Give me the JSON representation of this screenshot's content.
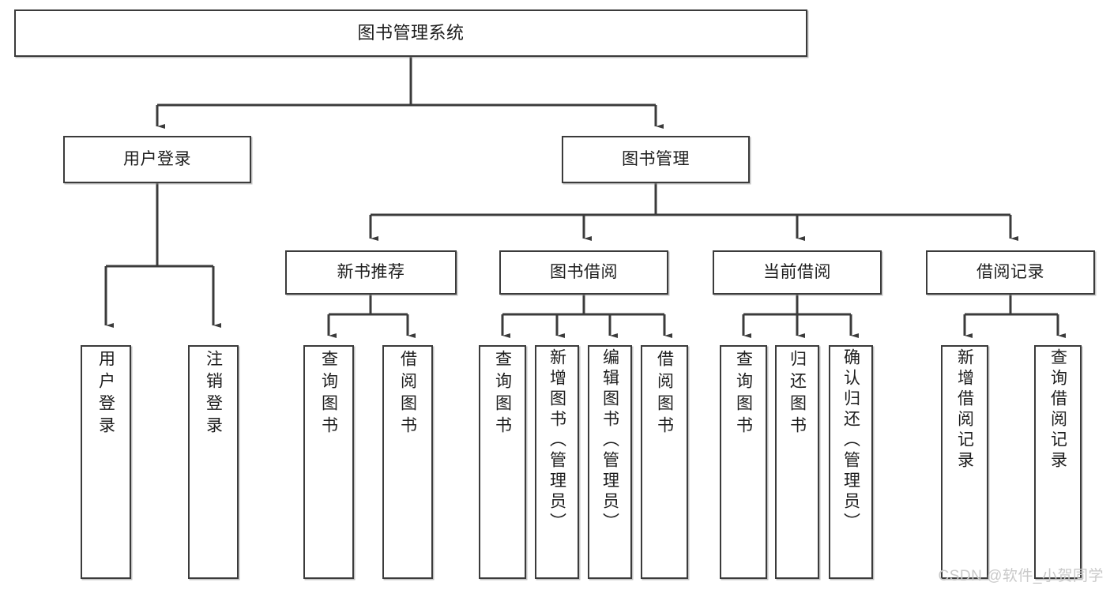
{
  "diagram": {
    "title": "图书管理系统",
    "type": "tree-hierarchy",
    "colors": {
      "background": "#ffffff",
      "box_border": "#3b3b3b",
      "box_fill": "#ffffff",
      "connector": "#3b3b3b",
      "text": "#1d1d1d",
      "watermark": "#c9c9c9"
    }
  },
  "root": {
    "label": "图书管理系统"
  },
  "level1": [
    {
      "label": "用户登录"
    },
    {
      "label": "图书管理"
    }
  ],
  "level2": [
    {
      "label": "新书推荐"
    },
    {
      "label": "图书借阅"
    },
    {
      "label": "当前借阅"
    },
    {
      "label": "借阅记录"
    }
  ],
  "leaves": {
    "user_login": [
      {
        "label": "用户登录"
      },
      {
        "label": "注销登录"
      }
    ],
    "new_book_recommend": [
      {
        "label": "查询图书"
      },
      {
        "label": "借阅图书"
      }
    ],
    "book_borrow": [
      {
        "label": "查询图书"
      },
      {
        "label": "新增图书（管理员）"
      },
      {
        "label": "编辑图书（管理员）"
      },
      {
        "label": "借阅图书"
      }
    ],
    "current_borrow": [
      {
        "label": "查询图书"
      },
      {
        "label": "归还图书"
      },
      {
        "label": "确认归还（管理员）"
      }
    ],
    "borrow_record": [
      {
        "label": "新增借阅记录"
      },
      {
        "label": "查询借阅记录"
      }
    ]
  },
  "watermark": {
    "text": "CSDN @软件_小贺同学"
  }
}
